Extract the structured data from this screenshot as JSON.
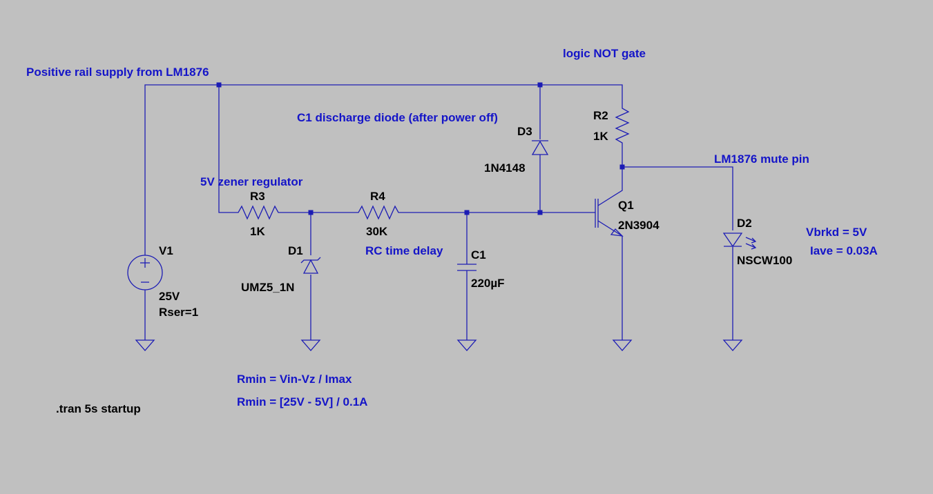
{
  "annotations": {
    "positive_rail": "Positive rail supply from LM1876",
    "logic_not": "logic NOT gate",
    "c1_discharge": "C1 discharge diode (after power off)",
    "zener_reg": "5V zener regulator",
    "rc_delay": "RC time delay",
    "mute_pin": "LM1876 mute pin",
    "led_vbrkd": "Vbrkd = 5V",
    "led_iave": "Iave = 0.03A",
    "rmin_formula": "Rmin = Vin-Vz / Imax",
    "rmin_calc": "Rmin = [25V - 5V] / 0.1A"
  },
  "directive": ".tran 5s startup",
  "components": {
    "V1": {
      "ref": "V1",
      "value": "25V",
      "extra": "Rser=1"
    },
    "R3": {
      "ref": "R3",
      "value": "1K"
    },
    "R4": {
      "ref": "R4",
      "value": "30K"
    },
    "R2": {
      "ref": "R2",
      "value": "1K"
    },
    "D1": {
      "ref": "D1",
      "value": "UMZ5_1N"
    },
    "D2": {
      "ref": "D2",
      "value": "NSCW100"
    },
    "D3": {
      "ref": "D3",
      "value": "1N4148"
    },
    "C1": {
      "ref": "C1",
      "value": "220µF"
    },
    "Q1": {
      "ref": "Q1",
      "value": "2N3904"
    }
  },
  "colors": {
    "background": "#c0c0c0",
    "wire": "#1c1cb4",
    "annotation_text": "#1414c8",
    "component_text": "#000000"
  }
}
